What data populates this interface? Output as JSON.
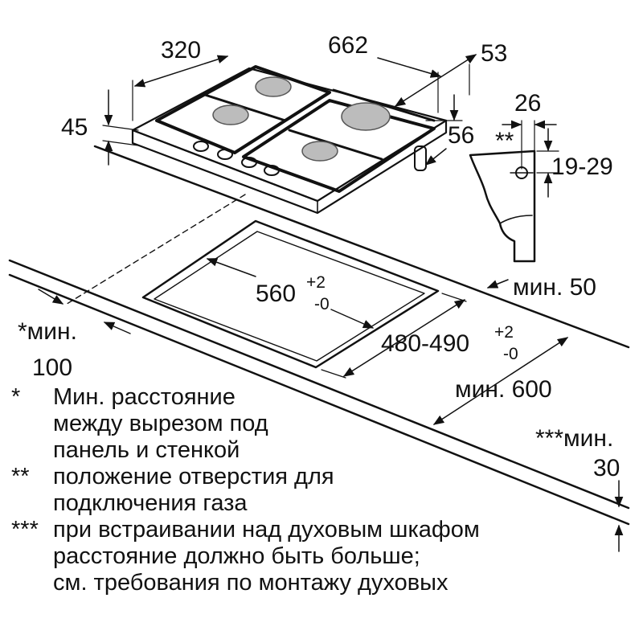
{
  "dimensions": {
    "width_left": "320",
    "width_back": "662",
    "depth_right": "53",
    "height_left": "45",
    "height_right": "56",
    "gas_offset_x": "26",
    "gas_offset_y": "19-29",
    "gas_marker": "**",
    "cutout_width": "560",
    "cutout_width_tol_plus": "+2",
    "cutout_width_tol_minus": "-0",
    "cutout_depth": "480-490",
    "cutout_depth_tol_plus": "+2",
    "cutout_depth_tol_minus": "-0",
    "min_back": "мин. 50",
    "min_wall_label": "*мин.",
    "min_wall_value": "100",
    "min_depth": "мин. 600",
    "min_oven_label": "***мин.",
    "min_oven_value": "30"
  },
  "notes": [
    {
      "mark": "*",
      "text": "Мин. расстояние\nмежду вырезом под\nпанель и стенкой"
    },
    {
      "mark": "**",
      "text": "положение отверстия для\nподключения газа"
    },
    {
      "mark": "***",
      "text": "при встраивании над духовым шкафом\nрасстояние должно быть больше;\nсм. требования по монтажу духовых"
    }
  ]
}
